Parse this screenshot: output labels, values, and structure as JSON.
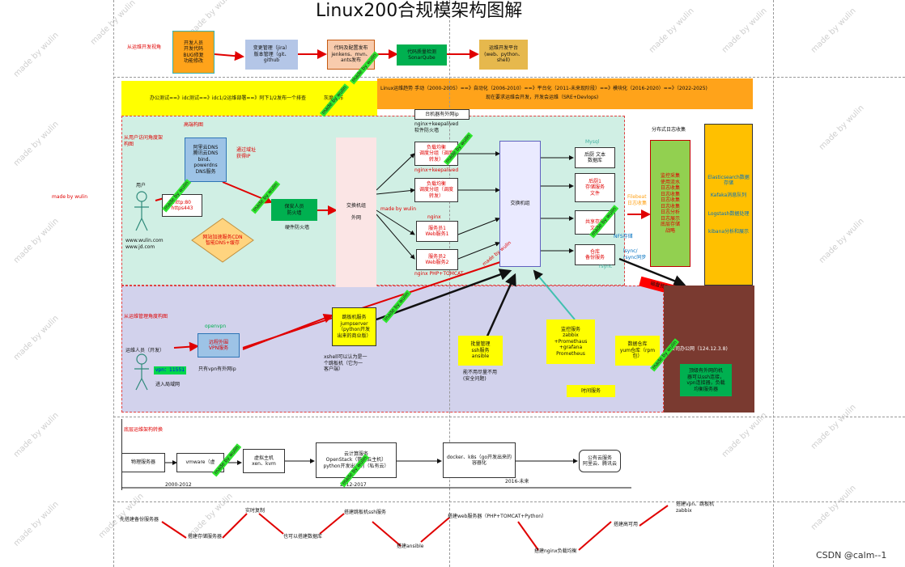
{
  "title": "Linux200合规模架构图解",
  "watermark": "made by wulin",
  "csdn": "CSDN @calm--1",
  "dev_flow": {
    "label": "从运维开发视角",
    "dev": "开发人员\n开发代码\nBUG修复\n功能修改",
    "vcs": "变更管理（jira）\n版本管理（git、\ngithub",
    "ci": "代码及配置发布\njenkens、mvn、\nants发布",
    "quality": "代码质量检测\nSonarQube",
    "ops": "运维开发平台\n(web、python、\nshell)"
  },
  "history_banner": {
    "left": "办公测试==》idc测试==》idc1/2运维部署==》阿下1/2发布一个排查",
    "left_tail": "灰度发布",
    "right1": "Linux运维趋势 手动（2000-2005）==》自动化（2006-2010）==》平台化（2011-未来现阶段）==》模块化（2016-2020）==》（2022-2025)",
    "right2": "现在要求运维会开发，开发会运维（SRE+Devlops)"
  },
  "user_section": {
    "label": "从用户访问角度架\n构图",
    "site": "高端构图",
    "user_label": "用户",
    "domains": "www.wulin.com\nwww.jd.com",
    "dns": "阿里云DNS\n腾讯云DNS\nbind、powerdns\nDNS服务",
    "resolve": "通过域址\n获得IP",
    "http": "http:80\nhttps443",
    "cdn": "网站加速服务CDN\n智能DNS+缓存",
    "firewall": "保安人员\n防火墙",
    "hw_firewall": "硬件防火墙",
    "switch_main": "交换机组\n\n外网",
    "mgmt_ip": "台机器有外网ip",
    "keepalived": "nginx+keepalived\n软件防火墙",
    "lb1": "负载均衡\n调度分组（调度\n转发）",
    "lb1_label": "nginx+keepalived",
    "lb2": "负载均衡\n调度分组（调度\n转发）",
    "nginx_label": "nginx",
    "web1": "服务员1\nWeb服务1",
    "web2": "服务员2\nWeb服务2",
    "php_label": "nginx  PHP+TOMCAT",
    "switch_inner": "交换机组",
    "db": "后厨 文本\n数据库",
    "mysql_label": "Mysql",
    "storage": "后厨1\n存储服务\n文件",
    "share": "\n共享存储\n文件",
    "share_label": "NFS存储",
    "backup": "仓库\n备份服务",
    "backup_label": "rsync",
    "filebeat": "Filebeat\n日志收集",
    "sync_label": "lsync/\nrsync同步",
    "log_title": "分布式日志收集",
    "log_box": "监控采集\n使用流水\n日志收集\n日志收集\n日志收集\n日志收集\n日志分析\n日志展示\n底层存储\n战略",
    "elk": "Elasticsearch数据\n存储\n\nKafaka消息队列\n\n\nLogstash数据处理\n\n\nkibana分析和展示",
    "alert": "磁盘预警"
  },
  "ops_section": {
    "label": "从运维管理角度构图",
    "openvpn": "openvpn",
    "vpn": "远程外围\nVPN服务",
    "admin": "运维人员（开发）",
    "port": "vpn：11551",
    "enter": "进入局域网",
    "vpn_ip": "只有vpn有外网ip",
    "jump": "跳板机服务\njumpserver\n（python开发\n出来的商业版）",
    "jump_note": "xshell可以认为是一\n个跳板机（它为一\n客户端）",
    "batch": "批量管理\nssh服务\nansible",
    "batch_note": "能不用尽量不用\n(安全问题)",
    "monitor": "监控服务\nzabbix\n+Promethaus\n+grafana\nPrometheus",
    "yum": "数据仓库\nyum仓库（rpm\n包）",
    "time": "时间服务",
    "office_title": "公司办公网（124.12.3.8)",
    "office_box": "顶级有外网的机\n器可以ssh连接，\nvpn连接器，负载\n均衡服务器"
  },
  "infra": {
    "label": "底层运维架构转换",
    "steps": [
      "物理服务器",
      "vmware（虚",
      "虚拟主机\nxen、kvm",
      "云计算服务\nOpenStack（管理云主机）\npython开发出来的（私有云）",
      "docker、k8s（go开发出来的\n容器化",
      "公有云服务\n阿里云、腾讯云"
    ],
    "years": [
      "2000-2012",
      "2012-2017",
      "2016-未来"
    ]
  },
  "bottom_flow": [
    "先搭建备份服务器",
    "搭建存储服务器",
    "实时复制",
    "也可以搭建数据库",
    "搭建跳板机ssh服务",
    "搭建ansible",
    "搭建web服务器（PHP+TOMCAT+Python）",
    "搭建nginx负载均衡",
    "搭建高可用",
    "搭建vpn、跳板机\nzabbix"
  ],
  "stamps": [
    "made by wulin",
    "made by wulin",
    "made by wulin",
    "made by wulin",
    "made by wulin",
    "made by wulin",
    "made by wulin",
    "made by wulin",
    "made by wulin",
    "made by wulin",
    "made by wulin",
    "made by wulin",
    "made by wulin"
  ],
  "colors": {
    "green_region": "#d0efe4",
    "lavender_region": "#d2d2ec",
    "orange_banner": "#ffa31a",
    "yellow_banner": "#ffff00",
    "office": "#7a3a30"
  }
}
